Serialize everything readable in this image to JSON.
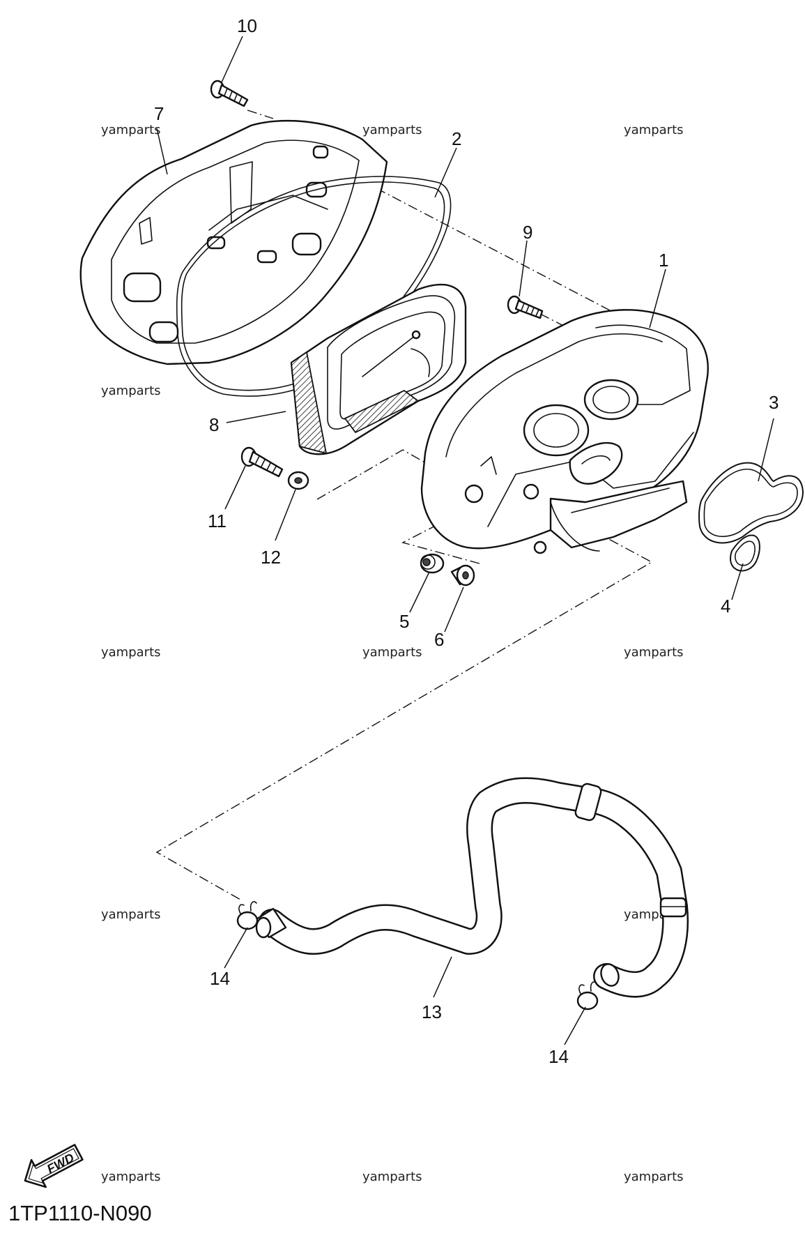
{
  "diagram": {
    "callouts": [
      {
        "id": "c1",
        "label": "1"
      },
      {
        "id": "c2",
        "label": "2"
      },
      {
        "id": "c3",
        "label": "3"
      },
      {
        "id": "c4",
        "label": "4"
      },
      {
        "id": "c5",
        "label": "5"
      },
      {
        "id": "c6",
        "label": "6"
      },
      {
        "id": "c7",
        "label": "7"
      },
      {
        "id": "c8",
        "label": "8"
      },
      {
        "id": "c9",
        "label": "9"
      },
      {
        "id": "c10",
        "label": "10"
      },
      {
        "id": "c11",
        "label": "11"
      },
      {
        "id": "c12",
        "label": "12"
      },
      {
        "id": "c13",
        "label": "13"
      },
      {
        "id": "c14a",
        "label": "14"
      },
      {
        "id": "c14b",
        "label": "14"
      }
    ],
    "watermark": "yamparts",
    "fwd_label": "FWD",
    "diagram_code": "1TP1110-N090"
  }
}
